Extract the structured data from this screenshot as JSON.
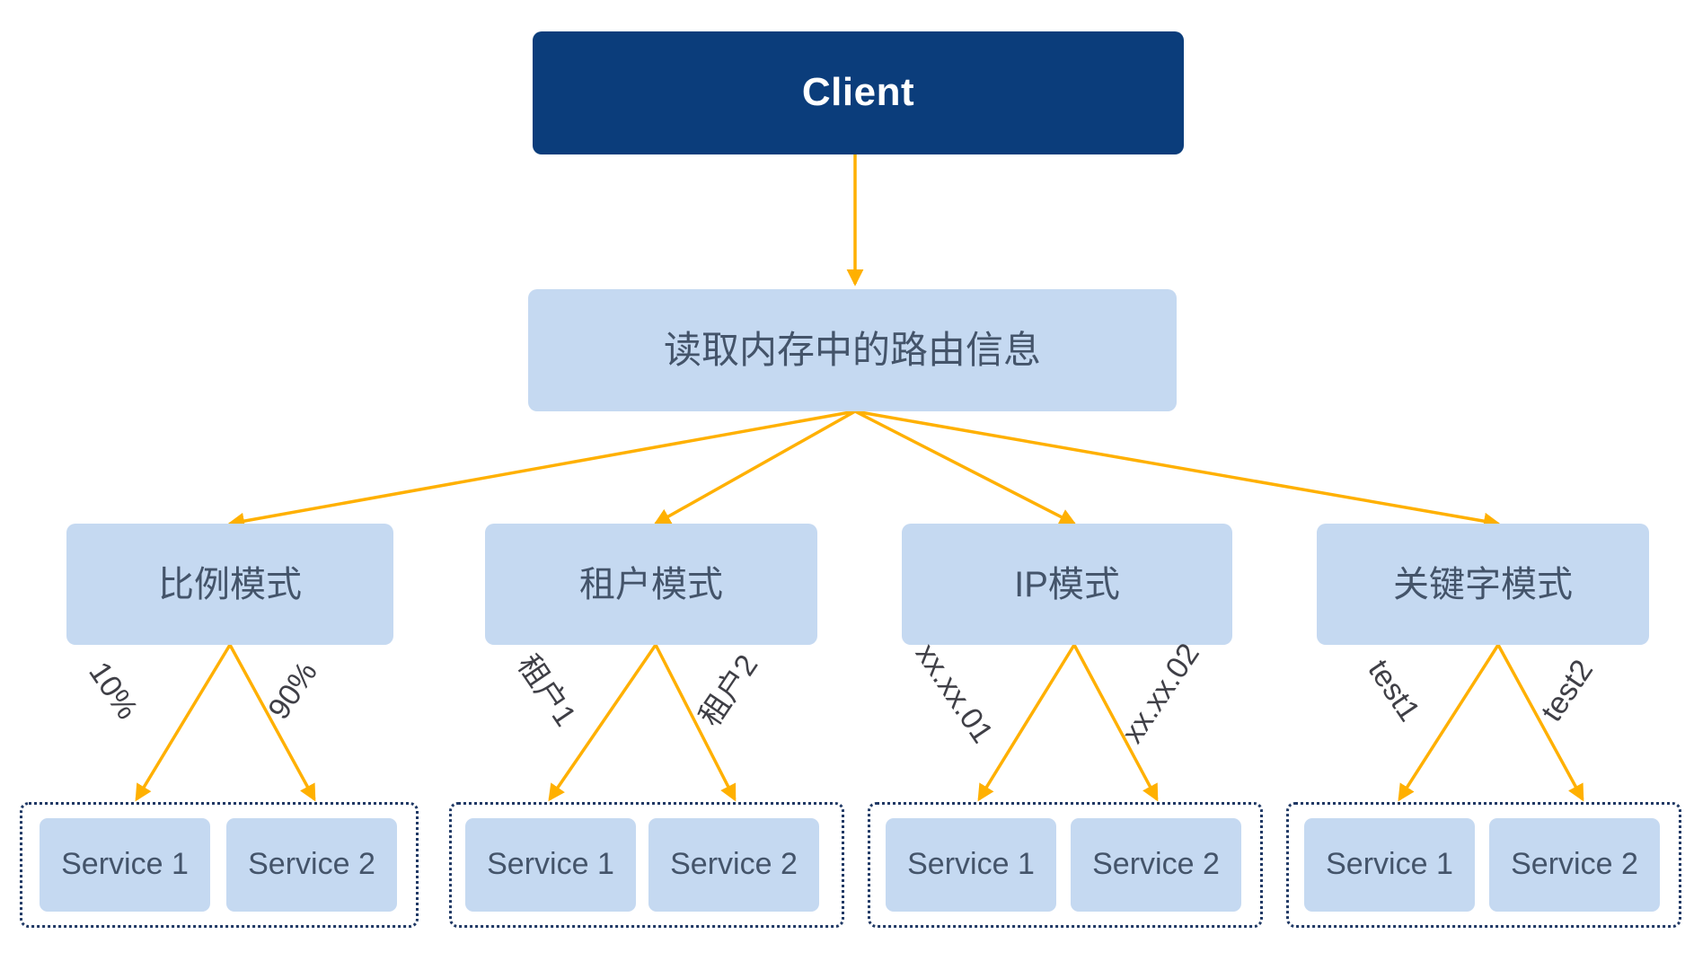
{
  "diagram": {
    "title_node": {
      "label": "Client",
      "color": "#0B3D7B",
      "text_color": "#FFFFFF"
    },
    "router_node": {
      "label": "读取内存中的路由信息",
      "color": "#C5D9F1",
      "text_color": "#44546A"
    },
    "palette": {
      "node_fill": "#C5D9F1",
      "node_text": "#44546A",
      "client_fill": "#0B3D7B",
      "arrow": "#FFB000",
      "group_border": "#1F3864",
      "background": "#FFFFFF"
    },
    "modes": [
      {
        "label": "比例模式",
        "left_edge_label": "10%",
        "right_edge_label": "90%",
        "services": [
          {
            "label": "Service 1"
          },
          {
            "label": "Service 2"
          }
        ]
      },
      {
        "label": "租户模式",
        "left_edge_label": "租户1",
        "right_edge_label": "租户2",
        "services": [
          {
            "label": "Service 1"
          },
          {
            "label": "Service 2"
          }
        ]
      },
      {
        "label": "IP模式",
        "left_edge_label": "xx.xx.01",
        "right_edge_label": "xx.xx.02",
        "services": [
          {
            "label": "Service 1"
          },
          {
            "label": "Service 2"
          }
        ]
      },
      {
        "label": "关键字模式",
        "left_edge_label": "test1",
        "right_edge_label": "test2",
        "services": [
          {
            "label": "Service 1"
          },
          {
            "label": "Service 2"
          }
        ]
      }
    ]
  }
}
